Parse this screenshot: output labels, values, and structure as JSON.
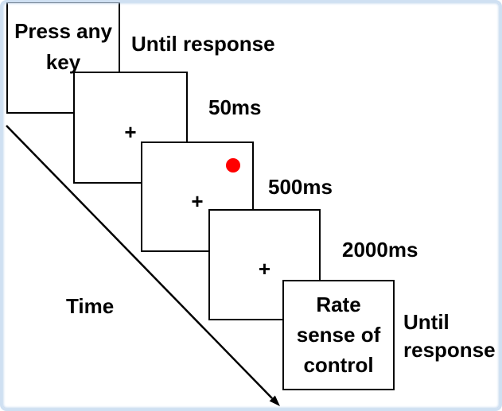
{
  "screens": [
    {
      "lines": [
        "Press any",
        "key"
      ]
    },
    {
      "fixation": "+"
    },
    {
      "fixation": "+"
    },
    {
      "fixation": "+"
    },
    {
      "lines": [
        "Rate",
        "sense of",
        "control"
      ]
    }
  ],
  "durations": [
    {
      "lines": [
        "Until response"
      ]
    },
    {
      "lines": [
        "50ms"
      ]
    },
    {
      "lines": [
        "500ms"
      ]
    },
    {
      "lines": [
        "2000ms"
      ]
    },
    {
      "lines": [
        "Until",
        "response"
      ]
    }
  ],
  "time_axis": {
    "label": "Time"
  },
  "colors": {
    "text": "#000000",
    "frame_border": "#000000",
    "target_dot": "#ff0000",
    "arrow": "#000000",
    "page_frame": "#cfe0f2"
  }
}
